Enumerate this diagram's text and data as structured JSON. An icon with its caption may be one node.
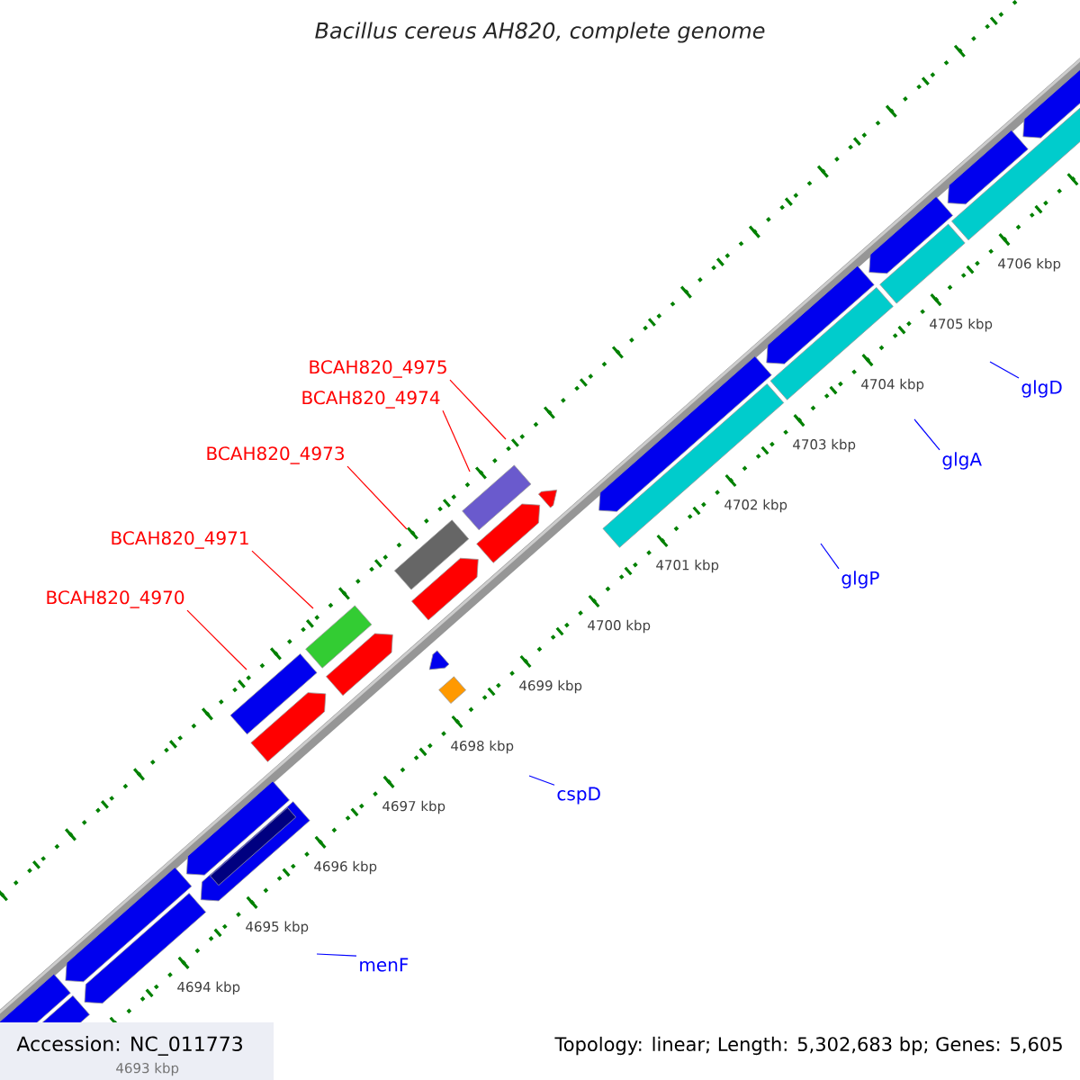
{
  "diagram": {
    "title": "Bacillus cereus AH820, complete genome",
    "nodes": [
      {
        "text": [
          "BCAH820_4975"
        ]
      },
      {
        "text": [
          "glgD"
        ]
      },
      {
        "text": [
          "BCAH820_4974"
        ]
      },
      {
        "text": [
          "BCAH820_4973"
        ]
      },
      {
        "text": [
          "glgA"
        ]
      },
      {
        "text": [
          "BCAH820_4971"
        ]
      },
      {
        "text": [
          "glgP"
        ]
      },
      {
        "text": [
          "BCAH820_4970"
        ]
      },
      {
        "text": [
          "cspD"
        ]
      },
      {
        "text": [
          "menF"
        ]
      }
    ],
    "edges": [
      {
        "from": 0,
        "to": null,
        "arrow": "none",
        "color": "#ff0000"
      },
      {
        "from": 1,
        "to": null,
        "arrow": "none",
        "color": "#0000ff"
      },
      {
        "from": 2,
        "to": null,
        "arrow": "none",
        "color": "#ff0000"
      },
      {
        "from": 3,
        "to": null,
        "arrow": "none",
        "color": "#ff0000"
      },
      {
        "from": 4,
        "to": null,
        "arrow": "none",
        "color": "#0000ff"
      },
      {
        "from": 5,
        "to": null,
        "arrow": "none",
        "color": "#ff0000"
      },
      {
        "from": 6,
        "to": null,
        "arrow": "none",
        "color": "#0000ff"
      },
      {
        "from": 7,
        "to": null,
        "arrow": "none",
        "color": "#ff0000"
      },
      {
        "from": 8,
        "to": null,
        "arrow": "none",
        "color": "#0000ff"
      },
      {
        "from": 9,
        "to": null,
        "arrow": "none",
        "color": "#0000ff"
      }
    ],
    "labels": [
      "4706 kbp",
      "4705 kbp",
      "4704 kbp",
      "4703 kbp",
      "4702 kbp",
      "4701 kbp",
      "4700 kbp",
      "4699 kbp",
      "4698 kbp",
      "4697 kbp",
      "4696 kbp",
      "4695 kbp",
      "4694 kbp",
      "4693 kbp",
      "Accession: NC_011773",
      "Topology: linear; Length: 5,302,683 bp; Genes: 5,605"
    ]
  }
}
